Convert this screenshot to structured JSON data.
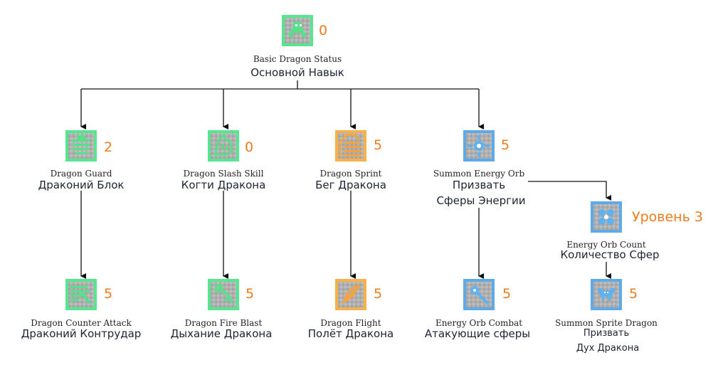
{
  "colors": {
    "frame_green": "#55e68f",
    "frame_orange": "#f6b14c",
    "frame_blue": "#5ea9e8",
    "level_text": "#ef7b1e",
    "connector": "#111111"
  },
  "skills": {
    "basic_status": {
      "name": "Basic Dragon Status",
      "translation": "Основной Навык",
      "level": "0",
      "icon": "dragon-head-icon"
    },
    "guard": {
      "name": "Dragon Guard",
      "translation": "Драконий Блок",
      "level": "2",
      "icon": "dragon-shield-icon"
    },
    "slash": {
      "name": "Dragon Slash Skill",
      "translation": "Когти Дракона",
      "level": "0",
      "icon": "dragon-claw-icon"
    },
    "sprint": {
      "name": "Dragon Sprint",
      "translation": "Бег Дракона",
      "level": "5",
      "icon": "dragon-wing-icon"
    },
    "summon_orb": {
      "name": "Summon Energy Orb",
      "translation_line1": "Призвать",
      "translation_line2": "Сферы Энергии",
      "level": "5",
      "icon": "energy-orb-icon"
    },
    "orb_count": {
      "name": "Energy Orb Count",
      "translation": "Количество Сфер",
      "level": "Уровень 3",
      "icon": "multi-orb-icon"
    },
    "counter_attack": {
      "name": "Dragon Counter Attack",
      "translation": "Драконий Контрудар",
      "level": "5",
      "icon": "dragon-counter-icon"
    },
    "fire_blast": {
      "name": "Dragon Fire Blast",
      "translation": "Дыхание Дракона",
      "level": "5",
      "icon": "dragon-breath-icon"
    },
    "flight": {
      "name": "Dragon Flight",
      "translation": "Полёт Дракона",
      "level": "5",
      "icon": "feather-icon"
    },
    "orb_combat": {
      "name": "Energy Orb Combat",
      "translation": "Атакующие сферы",
      "level": "5",
      "icon": "orb-wand-icon"
    },
    "sprite_dragon": {
      "name": "Summon Sprite Dragon",
      "translation_line1": "Призвать",
      "translation_line2": "Дух Дракона",
      "level": "5",
      "icon": "sprite-dragon-icon"
    }
  }
}
